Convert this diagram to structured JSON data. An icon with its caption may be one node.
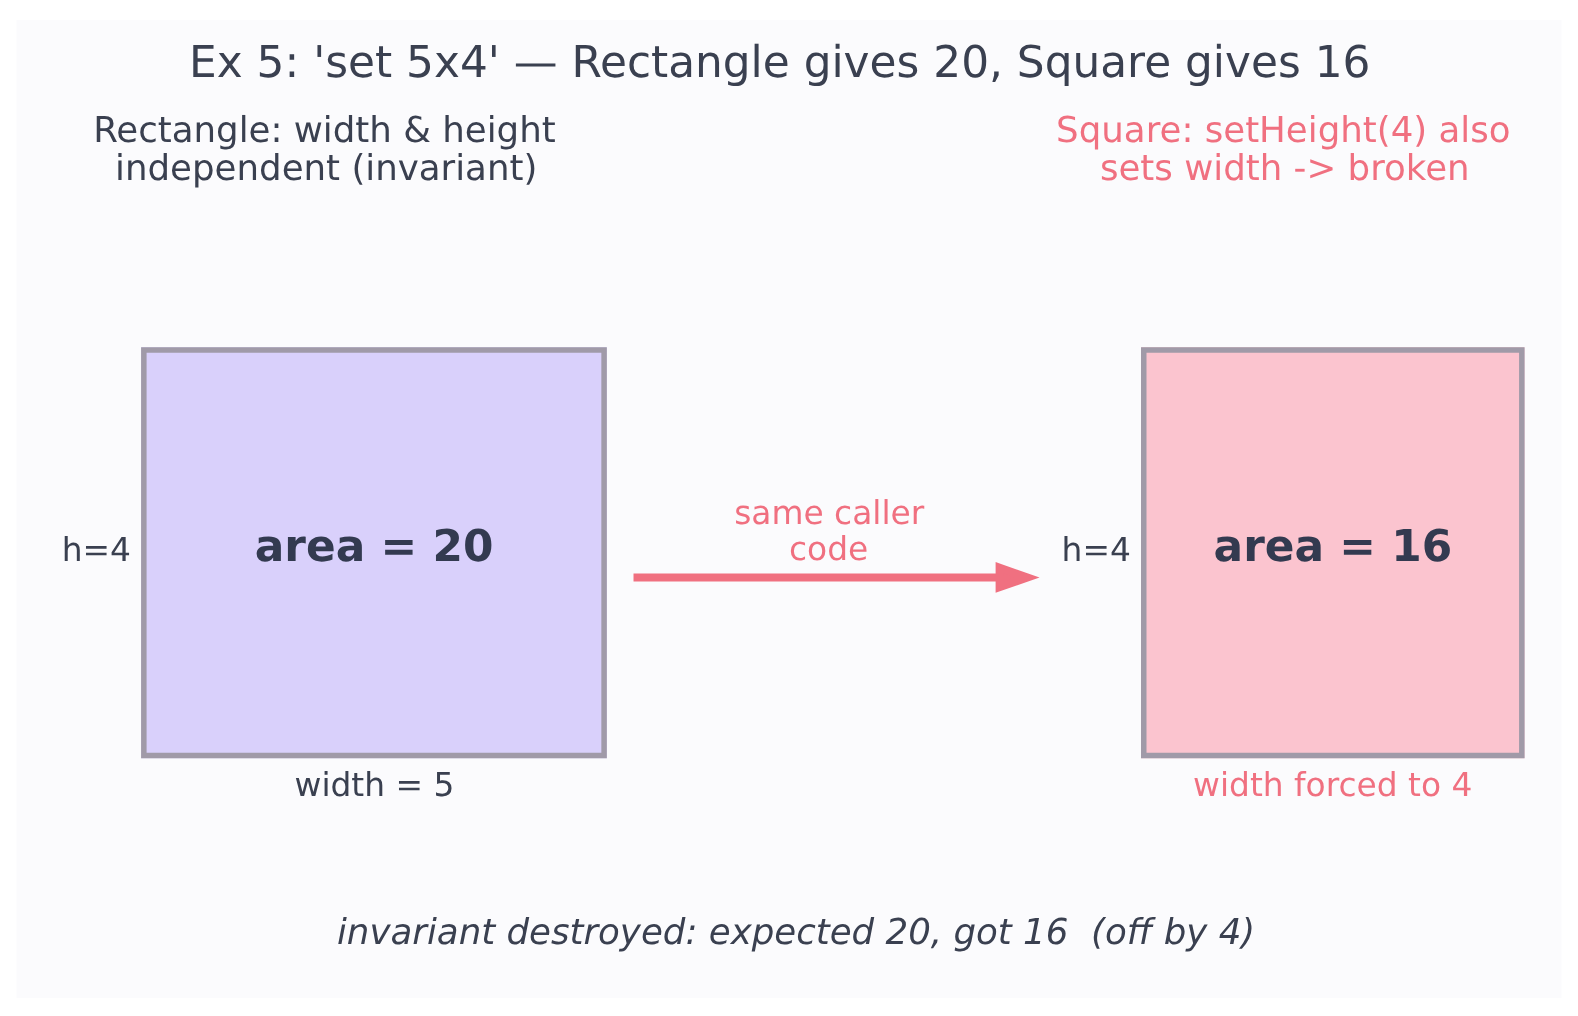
{
  "diagram": {
    "title": "Ex 5: 'set 5x4' — Rectangle gives 20, Square gives 16",
    "caption": "invariant destroyed: expected 20, got 16  (off by 4)",
    "nodes": [
      {
        "text": [
          "area = 20"
        ],
        "beside": [
          "h=4",
          "width = 5"
        ]
      },
      {
        "text": [
          "area = 16"
        ],
        "beside": [
          "h=4",
          "width forced to 4"
        ]
      }
    ],
    "edges": [
      {
        "from": 0,
        "to": 1,
        "arrow": "to",
        "label": "same caller code"
      }
    ],
    "labels": [
      "Rectangle: width & height independent (invariant)",
      "Square: setHeight(4) also sets width -> broken"
    ]
  }
}
